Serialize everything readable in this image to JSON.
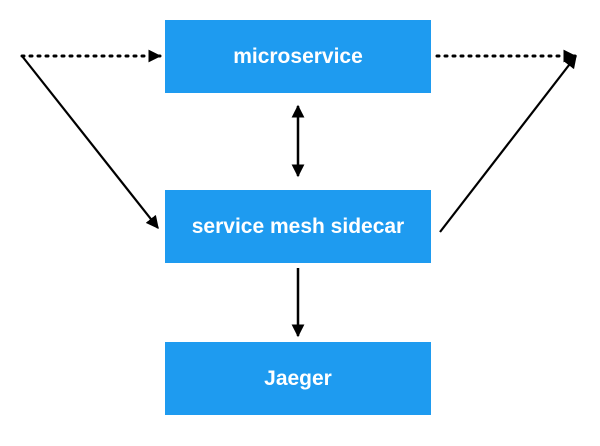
{
  "boxes": {
    "microservice": "microservice",
    "sidecar": "service mesh sidecar",
    "jaeger": "Jaeger"
  },
  "colors": {
    "box_fill": "#1e9bf0",
    "box_text": "#ffffff",
    "arrow": "#000000",
    "background": "#ffffff"
  }
}
